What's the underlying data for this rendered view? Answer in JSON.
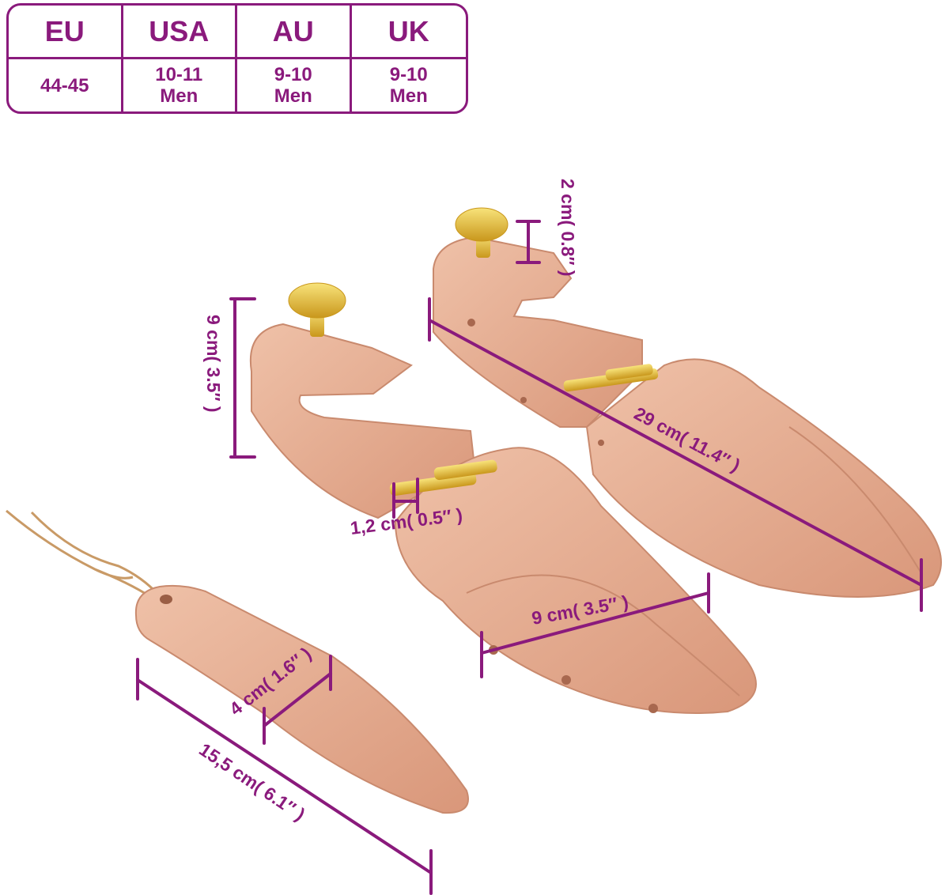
{
  "size_table": {
    "headers": [
      "EU",
      "USA",
      "AU",
      "UK"
    ],
    "values": [
      "44-45",
      "10-11\nMen",
      "9-10\nMen",
      "9-10\nMen"
    ]
  },
  "dimensions": {
    "knob_height": "2 cm( 0.8″ )",
    "heel_height": "9 cm( 3.5″ )",
    "rod_diameter": "1,2 cm( 0.5″ )",
    "total_length": "29 cm( 11.4″ )",
    "toe_width": "9 cm( 3.5″ )",
    "horn_width": "4 cm( 1.6″ )",
    "horn_length": "15,5 cm( 6.1″ )"
  },
  "colors": {
    "accent": "#8a1a7c",
    "wood": "#e4ab91",
    "wood_dark": "#c98a6e",
    "brass": "#e8c23a",
    "string": "#c99a66"
  }
}
